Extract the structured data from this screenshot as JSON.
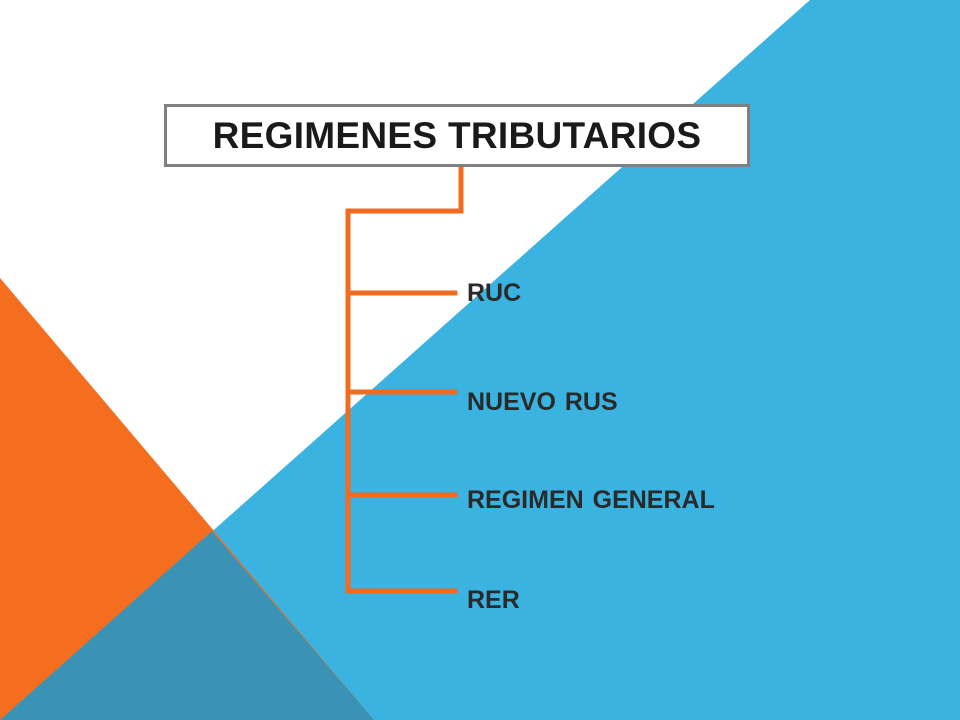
{
  "title": "REGIMENES TRIBUTARIOS",
  "branches": [
    {
      "label": "RUC"
    },
    {
      "label": "NUEVO RUS"
    },
    {
      "label": "REGIMEN GENERAL"
    },
    {
      "label": "RER"
    }
  ],
  "colors": {
    "blue": "#3AB3E0",
    "orange": "#F56E1F",
    "dark_overlap": "#3A93B5",
    "connector": "#F26B21",
    "title_border": "#808080",
    "text": "#222222"
  }
}
